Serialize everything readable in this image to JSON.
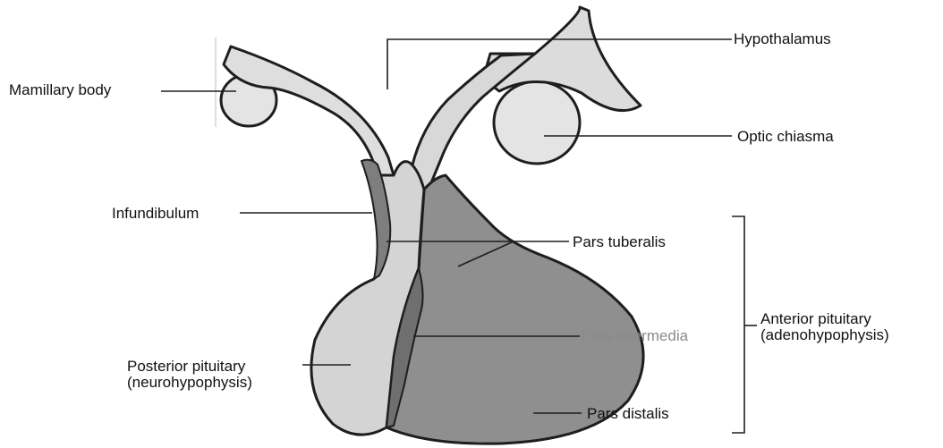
{
  "labels": {
    "hypothalamus": "Hypothalamus",
    "mamillary_body": "Mamillary body",
    "optic_chiasma": "Optic chiasma",
    "infundibulum": "Infundibulum",
    "pars_tuberalis": "Pars tuberalis",
    "pars_intermedia": "Pars intermedia",
    "pars_distalis": "Pars distalis",
    "anterior_pituitary": "Anterior pituitary\n(adenohypophysis)",
    "posterior_pituitary": "Posterior pituitary\n(neurohypophysis)"
  },
  "colors": {
    "posterior_fill": "#d4d4d4",
    "anterior_fill": "#8f8f8f",
    "intermedia_fill": "#6f6f6f",
    "tuberalis_fill": "#7e7e7e",
    "structure_fill": "#e4e4e4",
    "outline": "#1e1e1e"
  }
}
